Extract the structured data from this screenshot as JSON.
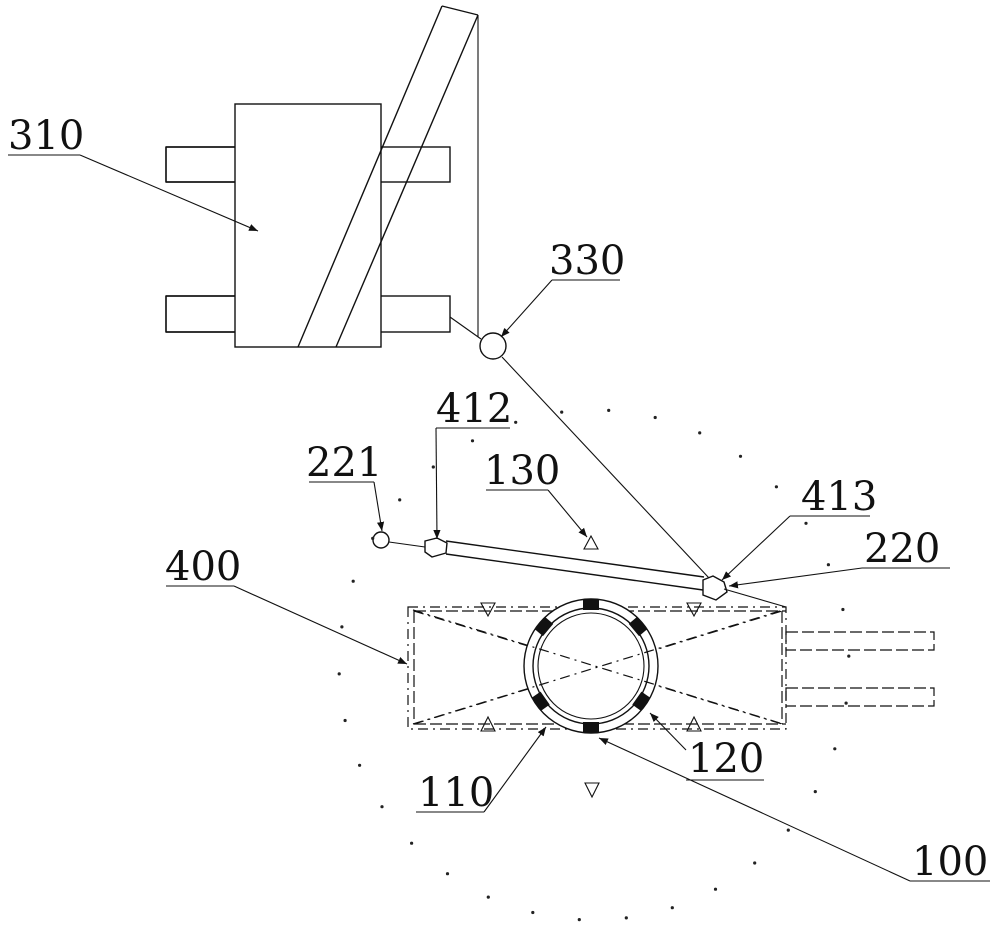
{
  "labels": {
    "l310": "310",
    "l330": "330",
    "l412": "412",
    "l221": "221",
    "l130": "130",
    "l413": "413",
    "l220": "220",
    "l400": "400",
    "l120": "120",
    "l110": "110",
    "l100": "100"
  }
}
